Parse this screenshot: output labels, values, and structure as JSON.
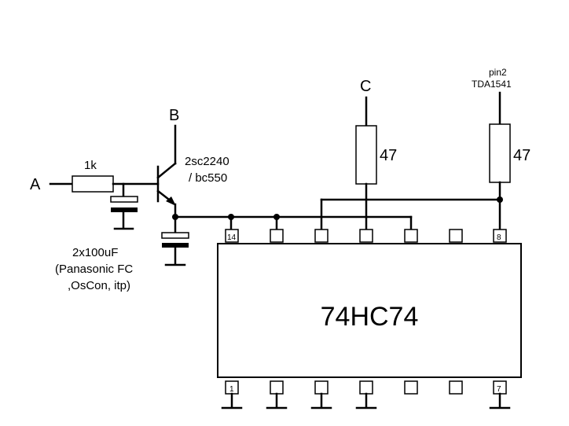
{
  "labels": {
    "input_a": "A",
    "input_b": "B",
    "input_c": "C",
    "pin2_top": "pin2",
    "pin2_bottom": "TDA1541",
    "r_1k": "1k",
    "r_c": "47",
    "r_tda": "47",
    "transistor_line1": "2sc2240",
    "transistor_line2": "/ bc550",
    "cap_line1": "2x100uF",
    "cap_line2": "(Panasonic FC",
    "cap_line3": ",OsCon, itp)",
    "ic_name": "74HC74",
    "pin_14": "14",
    "pin_8": "8",
    "pin_1": "1",
    "pin_7": "7"
  }
}
